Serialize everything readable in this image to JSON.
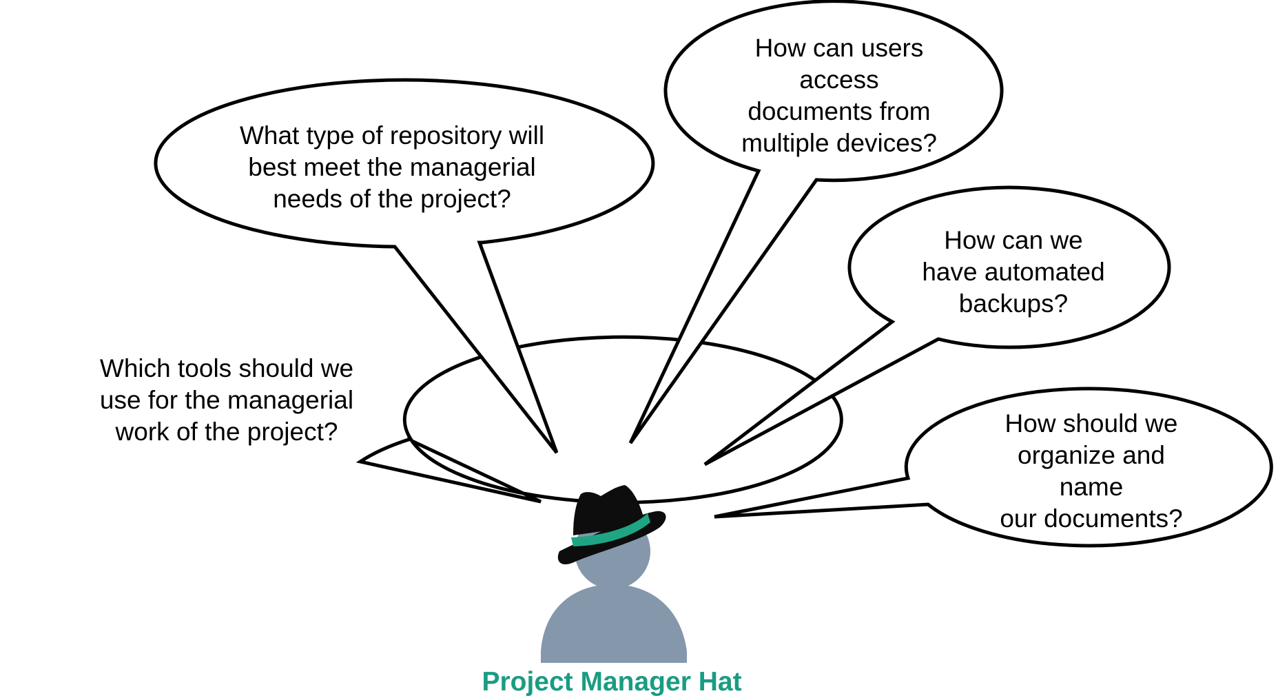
{
  "bubbles": [
    {
      "id": "tools",
      "text": "Which tools should we\nuse for the managerial\nwork of the project?"
    },
    {
      "id": "repository",
      "text": "What type of repository will\nbest meet the managerial\nneeds of the project?"
    },
    {
      "id": "access",
      "text": "How can users\naccess\ndocuments from\nmultiple devices?"
    },
    {
      "id": "backups",
      "text": "How can we\nhave automated\nbackups?"
    },
    {
      "id": "organize",
      "text": "How should we\norganize and name\nour documents?"
    }
  ],
  "caption": "Project Manager Hat",
  "colors": {
    "caption": "#1a9c82",
    "hat": "#0d0d0d",
    "hat_band": "#1fa584",
    "person": "#8597ab",
    "outline": "#000000"
  },
  "icons": {
    "person": "person-silhouette-icon",
    "hat": "fedora-hat-icon"
  }
}
